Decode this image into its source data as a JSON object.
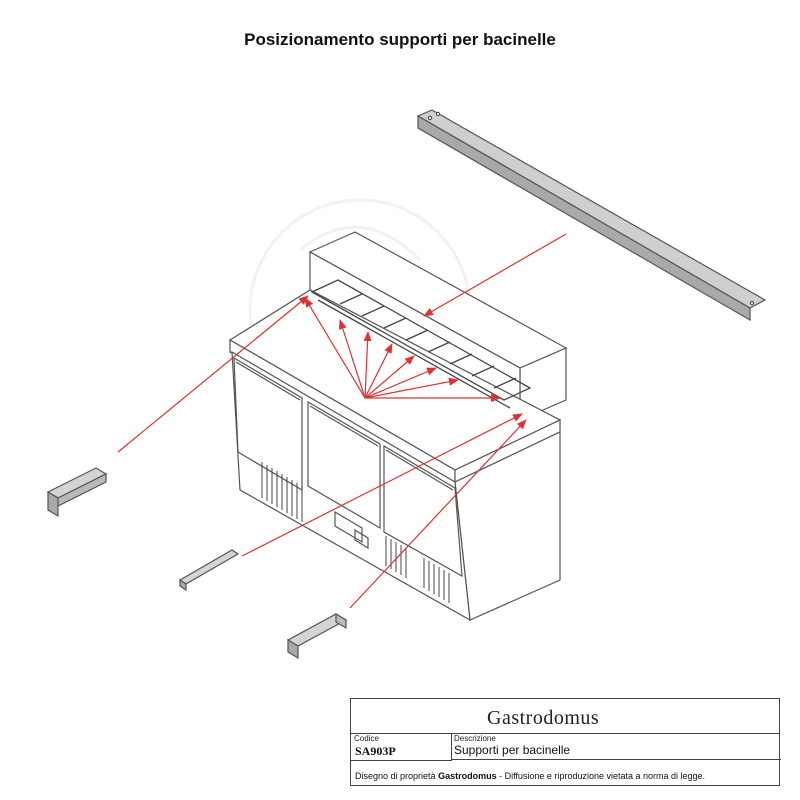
{
  "title": "Posizionamento supporti per bacinelle",
  "titleblock": {
    "brand": "Gastrodomus",
    "code_label": "Codice",
    "code": "SA903P",
    "desc_label": "Descrizione",
    "description": "Supporti per bacinelle",
    "note_prefix": "Disegno di proprietà ",
    "note_brand": "Gastrodomus",
    "note_suffix": " - Diffusione e riproduzione vietata a norma di legge."
  },
  "colors": {
    "line": "#555555",
    "arrow": "#e03030",
    "part_fill": "#bdbdbd"
  }
}
